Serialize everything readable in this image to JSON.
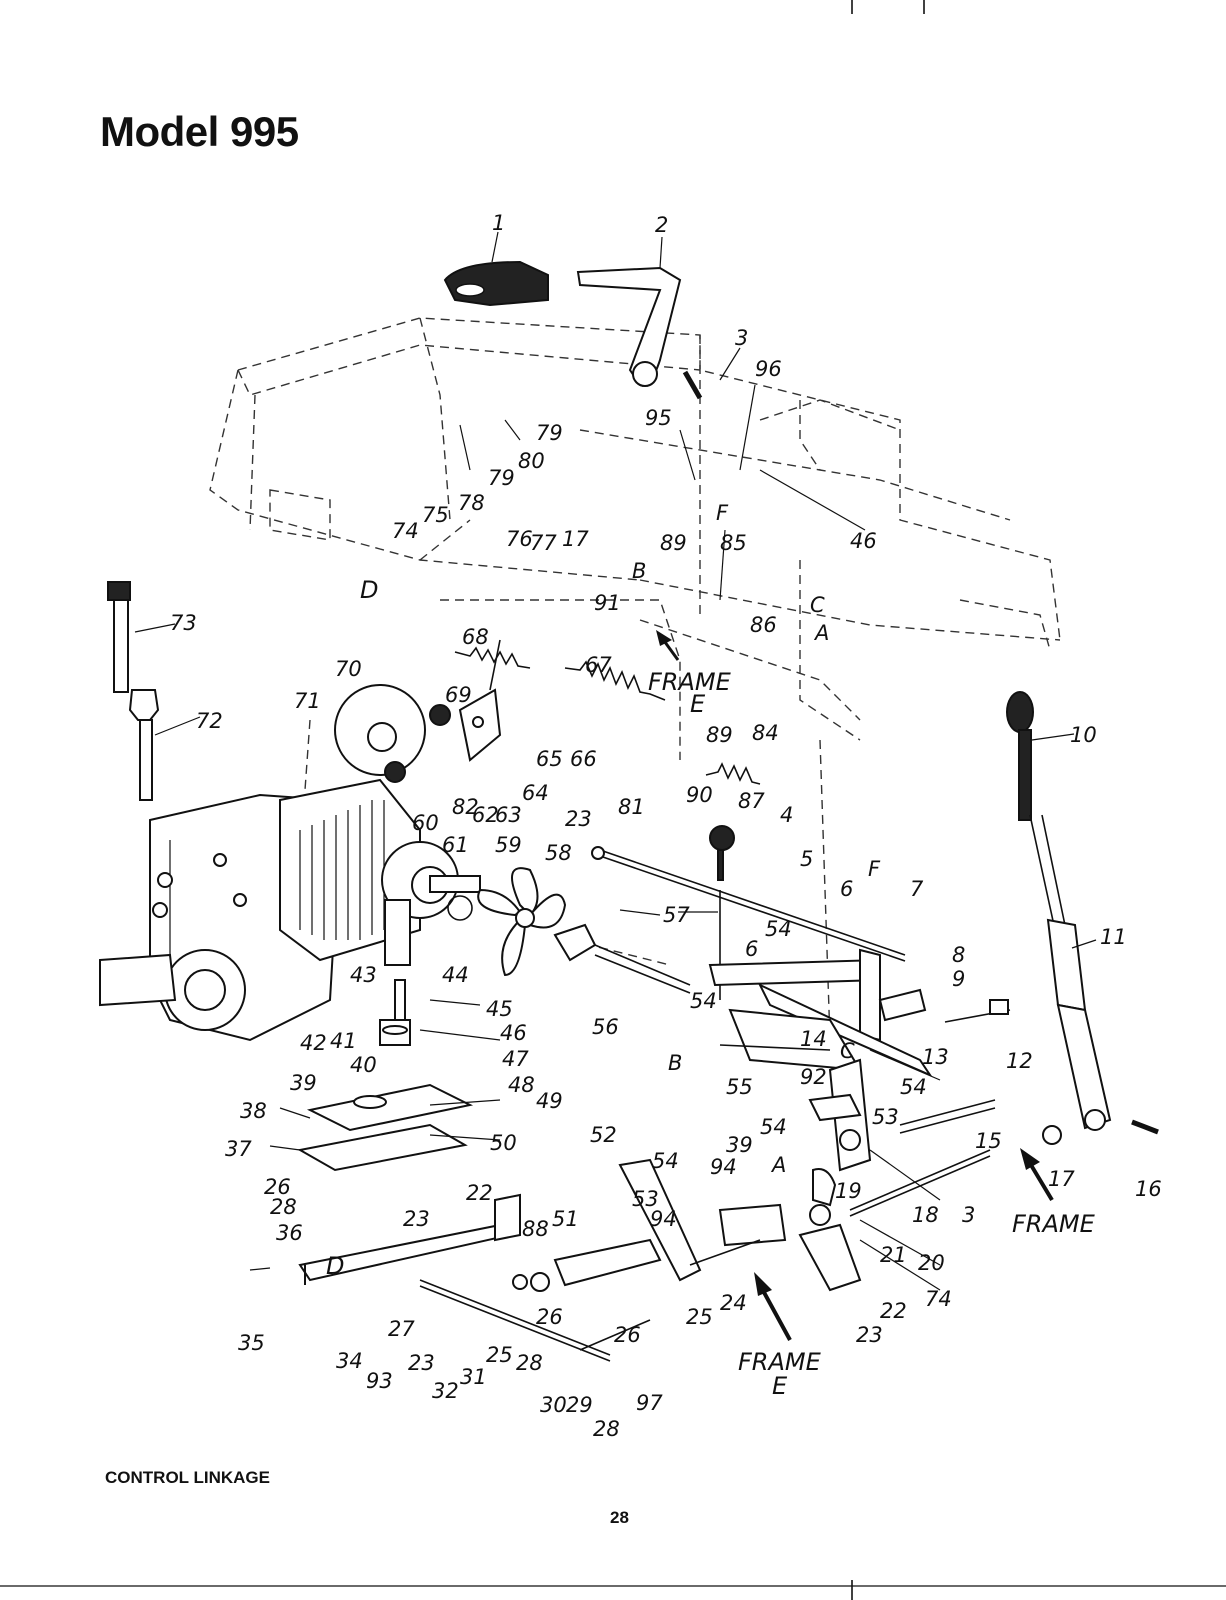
{
  "page": {
    "title": "Model 995",
    "caption": "CONTROL LINKAGE",
    "page_number": "28"
  },
  "labels": {
    "p1": "1",
    "p2": "2",
    "p3a": "3",
    "p96": "96",
    "p95": "95",
    "p79a": "79",
    "p80": "80",
    "p79b": "79",
    "p78": "78",
    "pF1": "F",
    "p46a": "46",
    "p75": "75",
    "p74a": "74",
    "pD1": "D",
    "p76": "76",
    "p77": "77",
    "p17a": "17",
    "pB1": "B",
    "p89a": "89",
    "p85": "85",
    "p91": "91",
    "pC1": "C",
    "pA1": "A",
    "p86": "86",
    "p73": "73",
    "p68": "68",
    "p67": "67",
    "frame1": "FRAME",
    "e1": "E",
    "p84": "84",
    "p70": "70",
    "p69": "69",
    "p72": "72",
    "p71": "71",
    "p10": "10",
    "p89b": "89",
    "p65": "65",
    "p66": "66",
    "p64": "64",
    "p90": "90",
    "p87": "87",
    "p82": "82",
    "p62": "62",
    "p63": "63",
    "p23a": "23",
    "p81": "81",
    "p60": "60",
    "p61": "61",
    "p59": "59",
    "p4": "4",
    "p58": "58",
    "p5": "5",
    "pF2": "F",
    "p6a": "6",
    "p7": "7",
    "p57": "57",
    "p11": "11",
    "p54a": "54",
    "p6b": "6",
    "p8": "8",
    "p9": "9",
    "p43": "43",
    "p44": "44",
    "p45": "45",
    "p54b": "54",
    "p56": "56",
    "p46b": "46",
    "p42": "42",
    "p14": "14",
    "pC2": "C",
    "p13": "13",
    "p12": "12",
    "p41": "41",
    "p40": "40",
    "p47": "47",
    "pB2": "B",
    "p55": "55",
    "p92": "92",
    "p54c": "54",
    "p39a": "39",
    "p48": "48",
    "p49": "49",
    "p53a": "53",
    "p38": "38",
    "p54d": "54",
    "p15": "15",
    "p37": "37",
    "p50": "50",
    "p52": "52",
    "p39b": "39",
    "pA2": "A",
    "p17b": "17",
    "p16": "16",
    "p54e": "54",
    "p94a": "94",
    "p19": "19",
    "p18": "18",
    "p3b": "3",
    "frame2": "FRAME",
    "p26a": "26",
    "p22a": "22",
    "p53b": "53",
    "p28a": "28",
    "p23b": "23",
    "p94b": "94",
    "p36": "36",
    "p51": "51",
    "p88": "88",
    "p21": "21",
    "p20": "20",
    "pD2": "D",
    "p74b": "74",
    "p24": "24",
    "p26b": "26",
    "p25a": "25",
    "p35": "35",
    "p27": "27",
    "p22b": "22",
    "p23c": "23",
    "p26c": "26",
    "p34": "34",
    "p25b": "25",
    "p28b": "28",
    "p93": "93",
    "p23d": "23",
    "p32": "32",
    "p31": "31",
    "frame3": "FRAME",
    "e3": "E",
    "p30": "30",
    "p29": "29",
    "p97": "97",
    "p28c": "28"
  }
}
